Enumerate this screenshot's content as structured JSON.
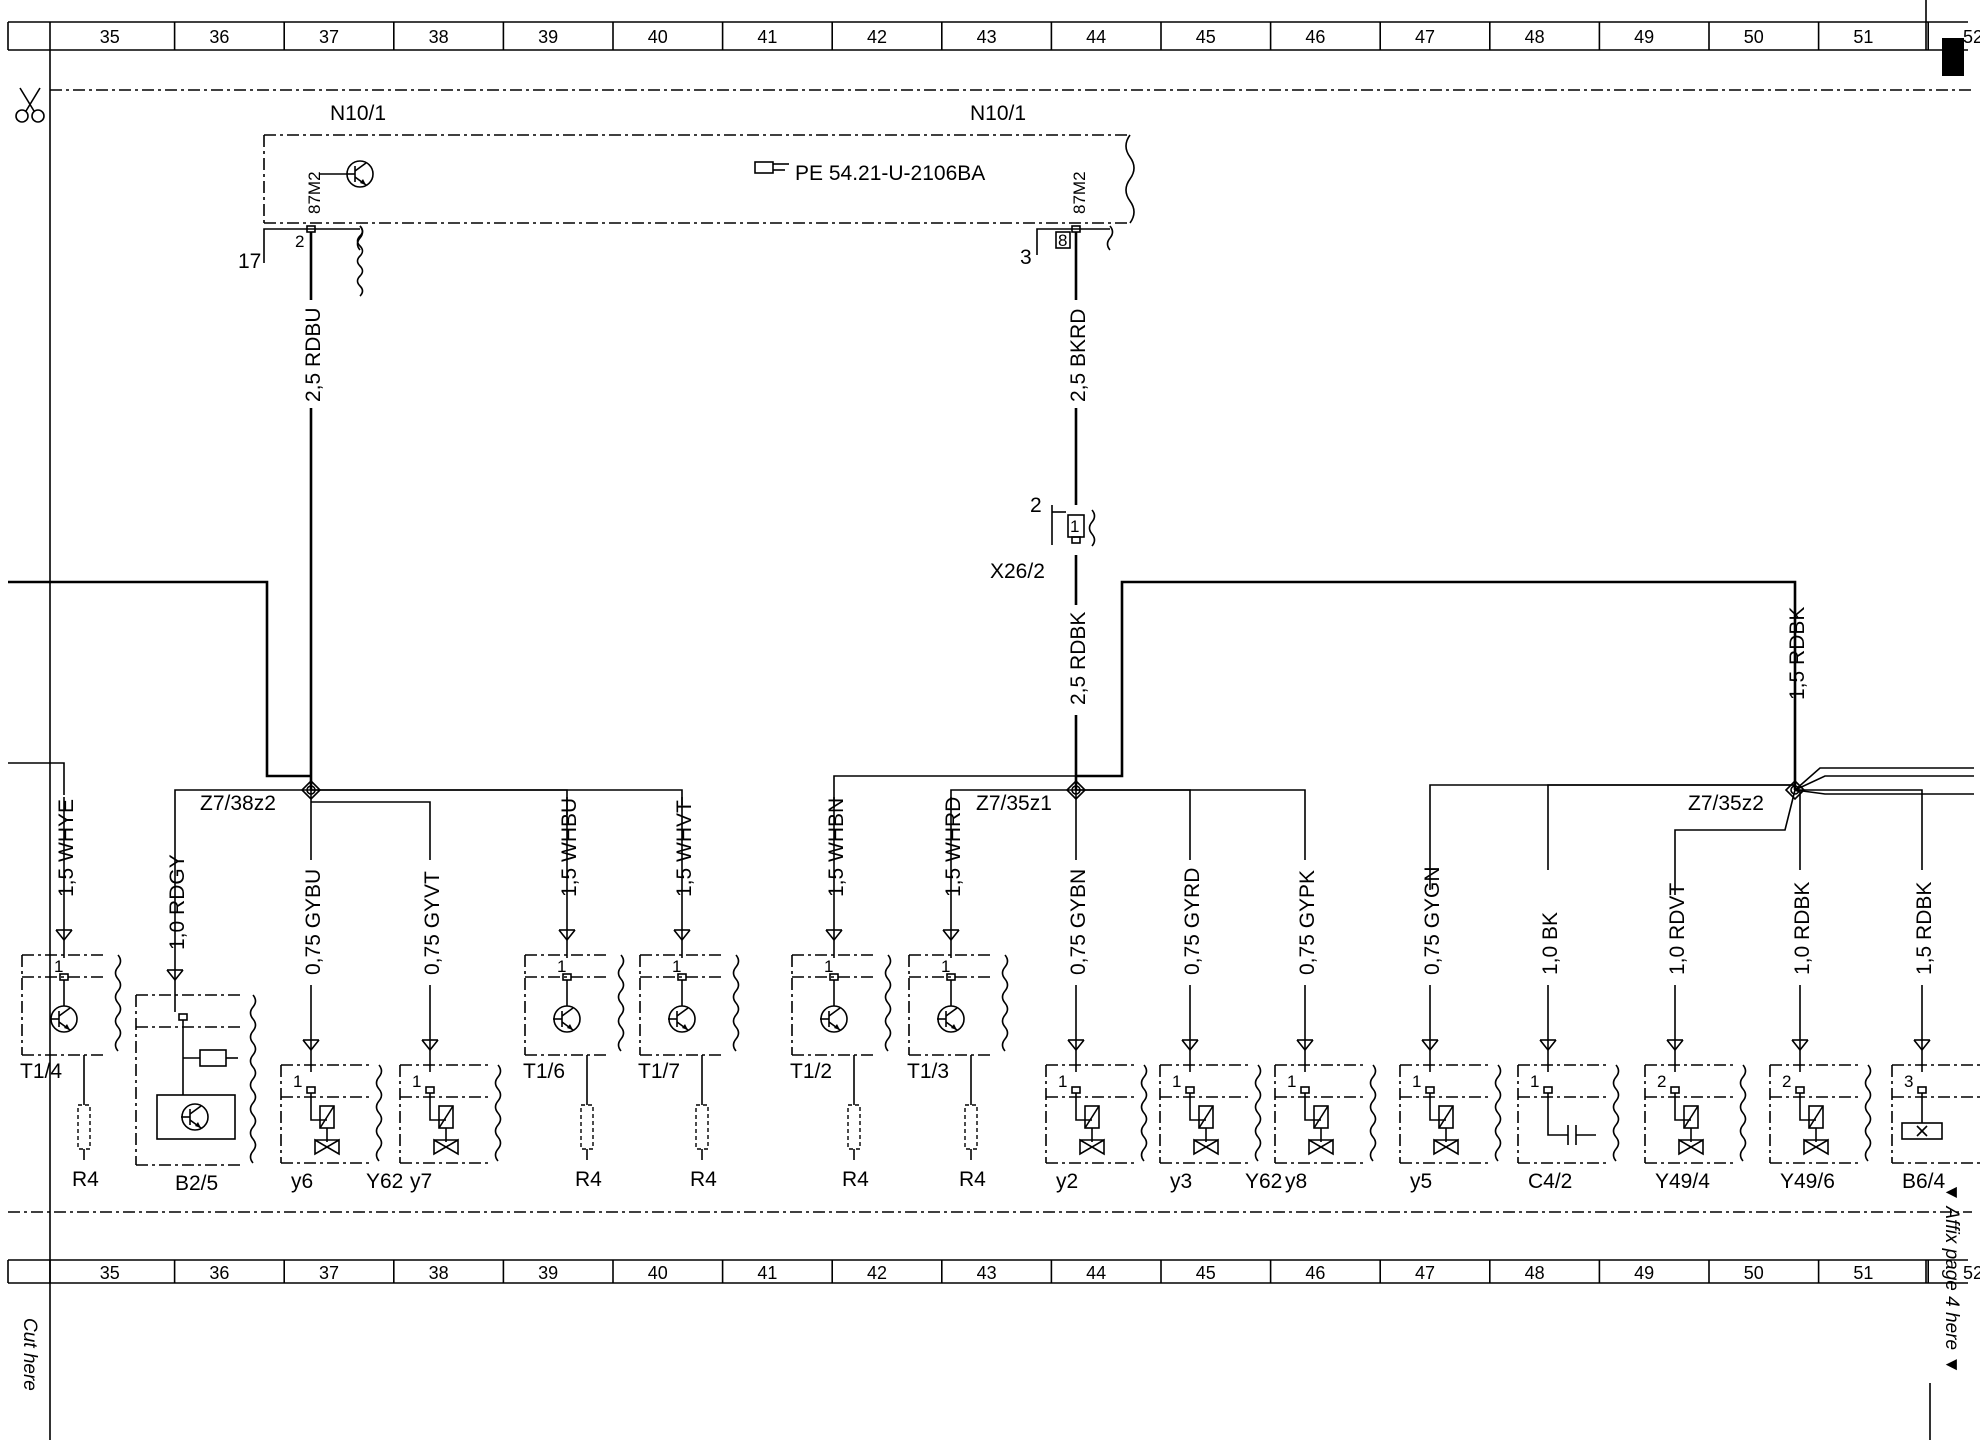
{
  "ruler": {
    "numbers": [
      "35",
      "36",
      "37",
      "38",
      "39",
      "40",
      "41",
      "42",
      "43",
      "44",
      "45",
      "46",
      "47",
      "48",
      "49",
      "50",
      "51",
      "52"
    ]
  },
  "control_unit": {
    "label_left": "N10/1",
    "label_right": "N10/1",
    "ref": "PE 54.21-U-2106BA",
    "pin_label_left": "87M2",
    "pin_label_right": "87M2",
    "pin_left": "2",
    "pin_right": "8",
    "term_left": "17",
    "term_right": "3"
  },
  "connector_x26": {
    "label": "X26/2",
    "pin_outer": "2",
    "pin_inner": "1"
  },
  "wires": {
    "rdbu_25": "2,5 RDBU",
    "bkrd_25": "2,5 BKRD",
    "rdbk_25": "2,5 RDBK",
    "rdbk_15_top": "1,5 RDBK"
  },
  "splices": {
    "left": "Z7/38z2",
    "mid": "Z7/35z1",
    "right": "Z7/35z2"
  },
  "branches": [
    {
      "wire": "1,5 WHYE",
      "pin": "1",
      "label": "T1/4",
      "sub": "R4"
    },
    {
      "wire": "1,0 RDGY",
      "pin": "",
      "label": "B2/5",
      "sub": ""
    },
    {
      "wire": "0,75 GYBU",
      "pin": "1",
      "label": "y6",
      "sub": "Y62"
    },
    {
      "wire": "0,75 GYVT",
      "pin": "1",
      "label": "y7",
      "sub": ""
    },
    {
      "wire": "1,5 WHBU",
      "pin": "1",
      "label": "T1/6",
      "sub": "R4"
    },
    {
      "wire": "1,5 WHVT",
      "pin": "1",
      "label": "T1/7",
      "sub": "R4"
    },
    {
      "wire": "1,5 WHBN",
      "pin": "1",
      "label": "T1/2",
      "sub": "R4"
    },
    {
      "wire": "1,5 WHRD",
      "pin": "1",
      "label": "T1/3",
      "sub": "R4"
    },
    {
      "wire": "0,75 GYBN",
      "pin": "1",
      "label": "y2",
      "sub": ""
    },
    {
      "wire": "0,75 GYRD",
      "pin": "1",
      "label": "y3",
      "sub": "Y62"
    },
    {
      "wire": "0,75 GYPK",
      "pin": "1",
      "label": "y8",
      "sub": ""
    },
    {
      "wire": "0,75 GYGN",
      "pin": "1",
      "label": "y5",
      "sub": ""
    },
    {
      "wire": "1,0 BK",
      "pin": "1",
      "label": "C4/2",
      "sub": ""
    },
    {
      "wire": "1,0 RDVT",
      "pin": "2",
      "label": "Y49/4",
      "sub": ""
    },
    {
      "wire": "1,0 RDBK",
      "pin": "2",
      "label": "Y49/6",
      "sub": ""
    },
    {
      "wire": "1,5 RDBK",
      "pin": "3",
      "label": "B6/4",
      "sub": ""
    }
  ],
  "margin": {
    "cut_here": "Cut here",
    "affix": "▼ Affix page 4 here ▼"
  }
}
